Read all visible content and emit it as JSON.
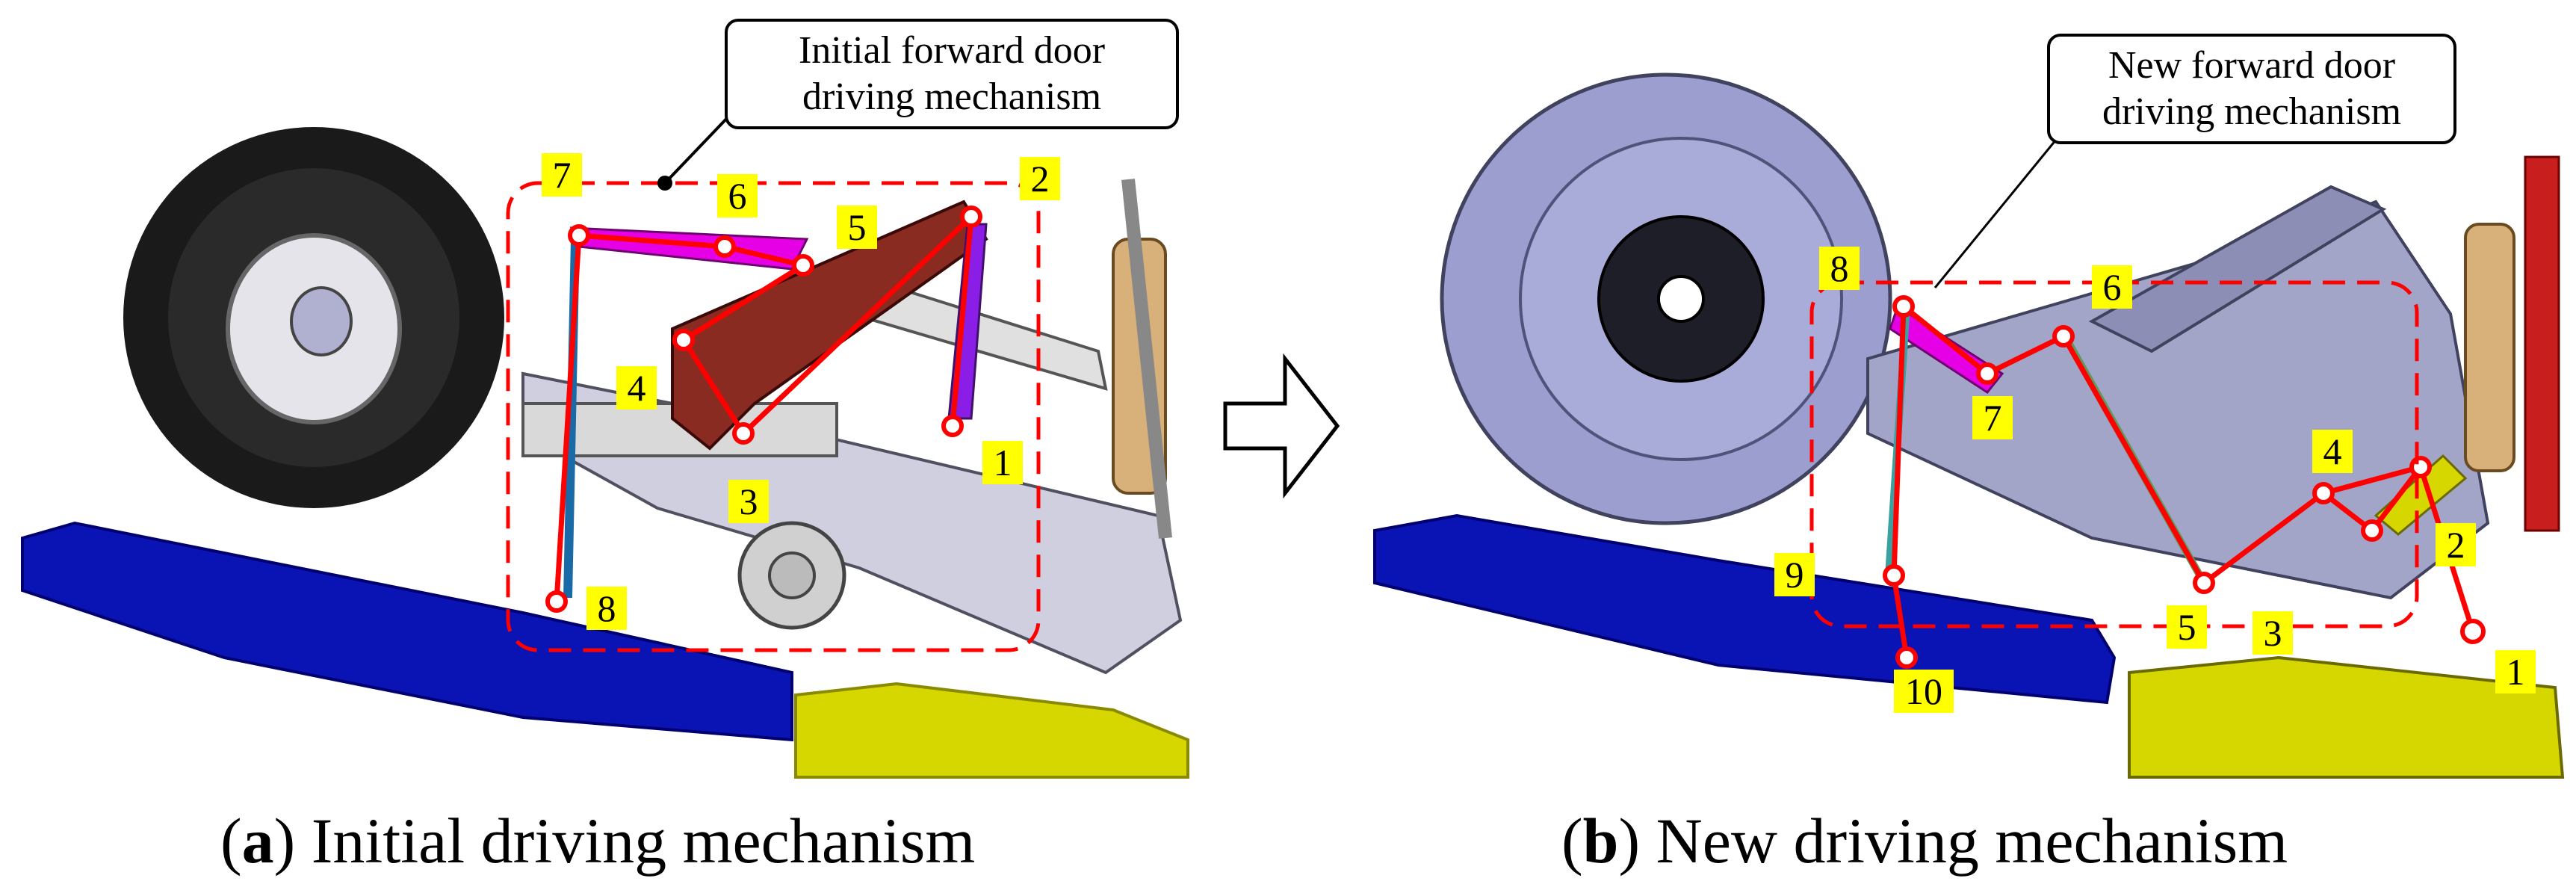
{
  "panel_a": {
    "callout": [
      "Initial forward door",
      "driving mechanism"
    ],
    "caption_letter": "a",
    "caption_text": "Initial driving mechanism",
    "labels": [
      "1",
      "2",
      "3",
      "4",
      "5",
      "6",
      "7",
      "8"
    ]
  },
  "panel_b": {
    "callout": [
      "New forward door",
      "driving mechanism"
    ],
    "caption_letter": "b",
    "caption_text": "New driving mechanism",
    "labels": [
      "1",
      "2",
      "3",
      "4",
      "5",
      "6",
      "7",
      "8",
      "9",
      "10"
    ]
  },
  "colors": {
    "mechanism_box": "#ff0000",
    "label_bg": "#ffff00",
    "door_forward": "#0a14b4",
    "door_aft": "#d6d600",
    "wheel_tire": "#1a1a1a",
    "shock_strut": "#d8b07a",
    "link_magenta": "#e600e6",
    "link_purple": "#8a1ee6",
    "link_brown": "#8a2b22"
  }
}
